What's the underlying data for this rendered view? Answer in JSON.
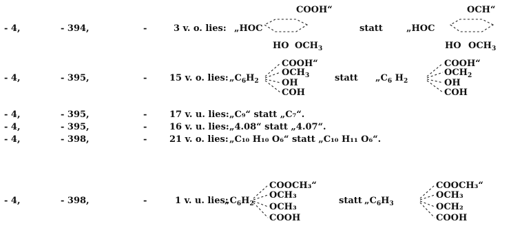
{
  "entries": [
    {
      "col1": "- 4,",
      "col2": "- 394,",
      "col3": "-",
      "col4": "3 v. o. lies:",
      "quote": "„",
      "lies_formula": {
        "base": "HOC",
        "top": "COOH“",
        "bl": "HO",
        "br_main": "OCH",
        "br_sub": "3"
      },
      "statt": "statt",
      "statt_formula": {
        "base": "HOC",
        "top": "OCH“",
        "bl": "HO",
        "br_main": "OCH",
        "br_sub": "3"
      }
    },
    {
      "col1": "- 4,",
      "col2": "- 395,",
      "col3": "-",
      "col4": "15 v. o. lies:",
      "lies_formula": {
        "prefix": "C",
        "p_sub": "6",
        "mid": "H",
        "m_sub": "2",
        "groups": [
          "COOH“",
          "OCH",
          "OH",
          "COH"
        ],
        "g2_sub": "3"
      },
      "statt": "statt",
      "statt_formula": {
        "prefix": "C",
        "p_sub": "6",
        "mid": "H",
        "m_sub": "2",
        "groups": [
          "COOH“",
          "OCH",
          "OH",
          "COH"
        ],
        "g2_sub": "2"
      }
    },
    {
      "col1": "- 4,",
      "col2": "- 395,",
      "col3": "-",
      "col4": "17 v. u. lies:",
      "text": "„C₉“ statt „C₇“."
    },
    {
      "col1": "- 4,",
      "col2": "- 395,",
      "col3": "-",
      "col4": "16 v. u. lies:",
      "text": "„4.08“ statt „4.07“."
    },
    {
      "col1": "- 4,",
      "col2": "- 398,",
      "col3": "-",
      "col4": "21 v. o. lies:",
      "text": "„C₁₀ H₁₀ O₆“ statt „C₁₀ H₁₁ O₆“."
    },
    {
      "col1": "- 4,",
      "col2": "- 398,",
      "col3": "-",
      "col4": "1 v. u. lies:",
      "lies_formula": {
        "prefix": "C",
        "p_sub": "6",
        "mid": "H",
        "m_sub": "2",
        "groups": [
          "COOCH₃“",
          "OCH₃",
          "OCH₃",
          "COOH"
        ]
      },
      "statt": "statt",
      "statt_formula": {
        "prefix": "C",
        "p_sub": "6",
        "mid": "H",
        "m_sub": "3",
        "groups": [
          "COOCH₃“",
          "OCH₃",
          "OCH₂",
          "COOH"
        ]
      }
    }
  ]
}
